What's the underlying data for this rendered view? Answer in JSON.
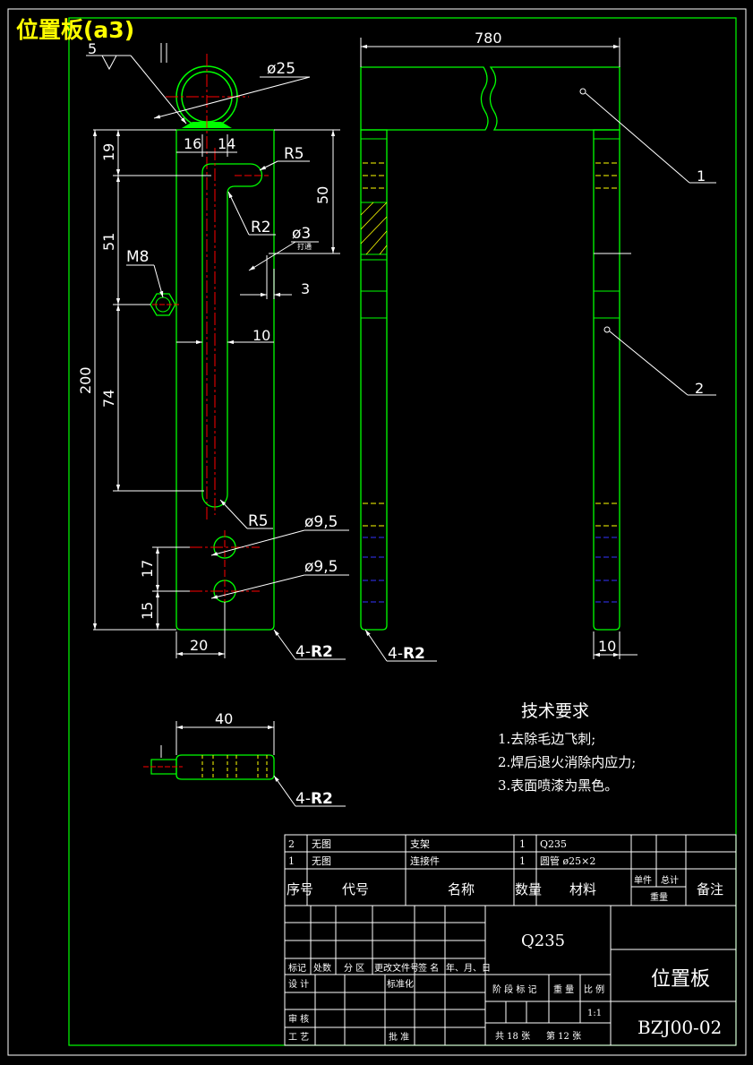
{
  "sheet_title": "位置板(a3)",
  "colors": {
    "outline": "#00ff00",
    "text": "#ffffff",
    "center": "#ff0000",
    "hidden": "#ffff00",
    "hidden2": "#3333ff",
    "weld": "#00ff00",
    "title": "#ffff00"
  },
  "views": {
    "front": {
      "dims": {
        "d_5": "5",
        "d_25": "ø25",
        "d_16": "16",
        "d_14": "14",
        "d_r5_top": "R5",
        "d_19": "19",
        "d_50": "50",
        "d_r2": "R2",
        "d_3hole": "ø3",
        "d_3hole_note": "打通",
        "d_51": "51",
        "d_m8": "M8",
        "d_3": "3",
        "d_10": "10",
        "d_200": "200",
        "d_74": "74",
        "d_r5_bot": "R5",
        "d_95a": "ø9,5",
        "d_95b": "ø9,5",
        "d_17": "17",
        "d_15": "15",
        "d_20": "20",
        "d_4r2_prefix": "4-",
        "d_4r2": "R2"
      }
    },
    "side": {
      "dims": {
        "d_780": "780",
        "d_10": "10",
        "d_4r2_prefix": "4-",
        "d_4r2": "R2"
      },
      "balloons": [
        "1",
        "2"
      ]
    },
    "top": {
      "dims": {
        "d_40": "40",
        "d_4r2_prefix": "4-",
        "d_4r2": "R2"
      }
    }
  },
  "tech_requirements": {
    "title": "技术要求",
    "items": [
      "1.去除毛边飞刺;",
      "2.焊后退火消除内应力;",
      "3.表面喷漆为黑色。"
    ]
  },
  "bom": {
    "rows": [
      {
        "no": "2",
        "code": "无图",
        "name": "支架",
        "qty": "1",
        "material": "Q235"
      },
      {
        "no": "1",
        "code": "无图",
        "name": "连接件",
        "qty": "1",
        "material": "圆管 ø25×2"
      }
    ],
    "header": {
      "no": "序号",
      "code": "代号",
      "name": "名称",
      "qty": "数量",
      "material": "材料",
      "unit": "单件",
      "total": "总计",
      "weight": "重量",
      "remark": "备注"
    }
  },
  "title_block": {
    "material": "Q235",
    "part_name": "位置板",
    "drawing_no": "BZJ00-02",
    "labels": {
      "mark": "标记",
      "count": "处数",
      "zone": "分 区",
      "change_no": "更改文件号",
      "sign": "签 名",
      "date": "年、月、日",
      "design": "设 计",
      "standard": "标准化",
      "check": "审 核",
      "process": "工 艺",
      "approve": "批 准",
      "stage": "阶 段 标 记",
      "weight": "重 量",
      "scale": "比 例"
    },
    "scale": "1:1",
    "sheets": "共 18 张",
    "sheet_no": "第 12 张"
  }
}
